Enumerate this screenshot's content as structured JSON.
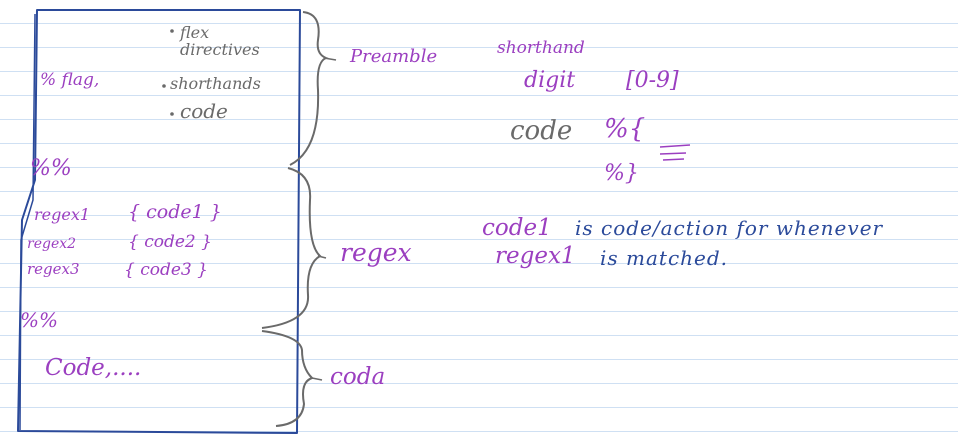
{
  "colors": {
    "box_ink": "#2b4a9a",
    "purple_ink": "#9b3fc0",
    "blue_ink": "#2b4a9a",
    "brace_ink": "#6a6a6a",
    "rule_line": "#cfe0f3"
  },
  "left_box": {
    "preamble_items": [
      "flex directives",
      "shorthands",
      "code"
    ],
    "flag": "% flag,",
    "separator_1": "%%",
    "rules": [
      {
        "regex": "regex1",
        "action": "{ code1 }"
      },
      {
        "regex": "regex2",
        "action": "{ code2 }"
      },
      {
        "regex": "regex3",
        "action": "{ code3 }"
      }
    ],
    "separator_2": "%%",
    "user_code": "Code,...."
  },
  "sections": {
    "preamble": "Preamble",
    "regex": "regex",
    "coda": "coda"
  },
  "notes": {
    "shorthand_heading": "shorthand",
    "shorthand_name": "digit",
    "shorthand_value": "[0-9]",
    "code_label": "code",
    "code_open": "%{",
    "code_close": "%}",
    "action_line_1_a": "code1",
    "action_line_1_b": "is code/action for whenever",
    "action_line_2_a": "regex1",
    "action_line_2_b": "is matched."
  }
}
